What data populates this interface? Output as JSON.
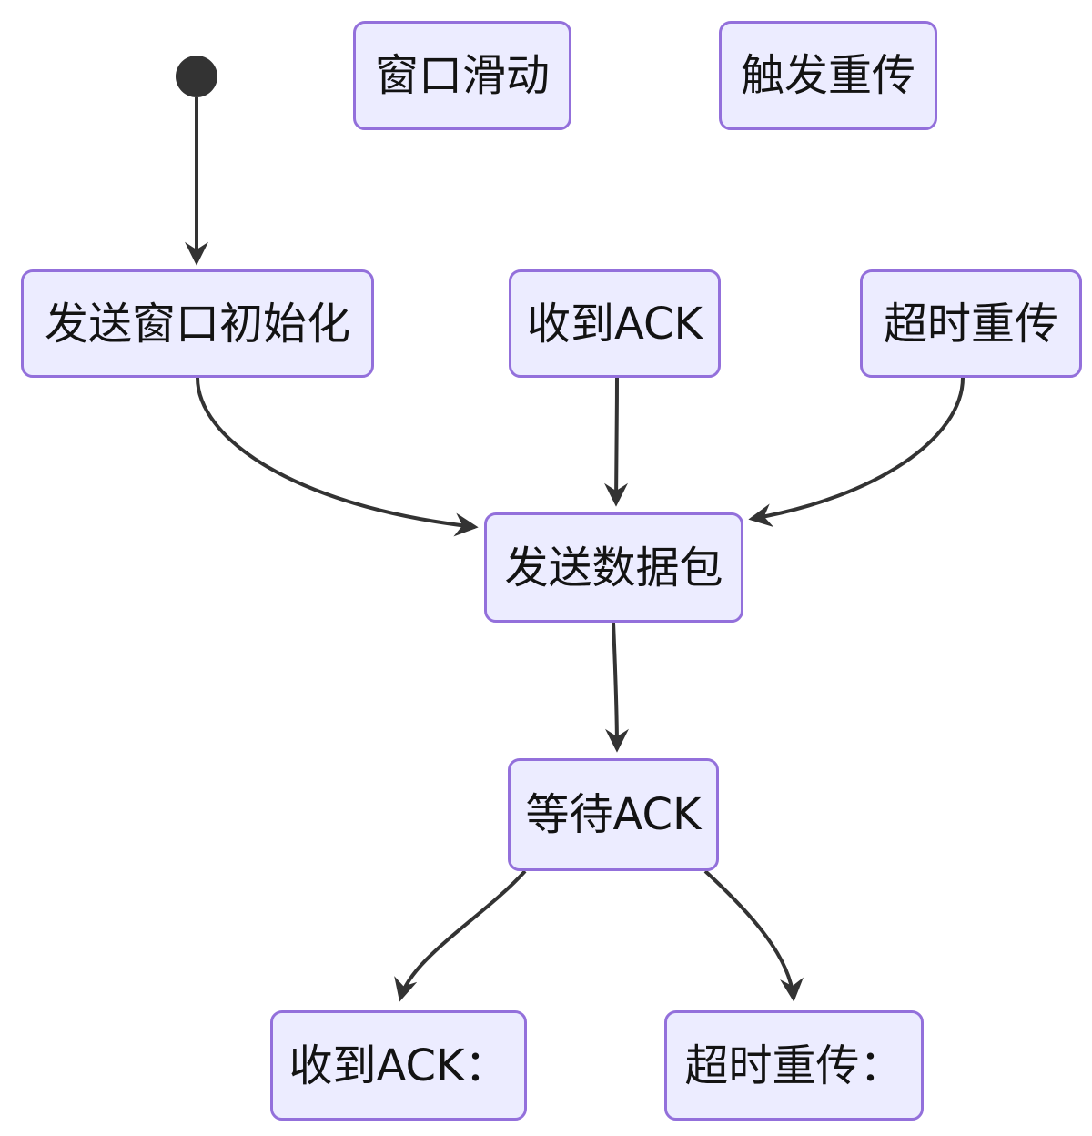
{
  "diagram": {
    "type": "state-flow-diagram",
    "background": "#ffffff",
    "style": {
      "node_fill": "#ECECFF",
      "node_border": "#9370DB",
      "node_text_color": "#131313",
      "edge_color": "#333333",
      "start_dot_color": "#333333"
    },
    "start_node": {
      "id": "start",
      "kind": "initial-state-dot"
    },
    "nodes": [
      {
        "id": "window-slide",
        "label": "窗口滑动"
      },
      {
        "id": "trigger-retransmit",
        "label": "触发重传"
      },
      {
        "id": "send-window-init",
        "label": "发送窗口初始化"
      },
      {
        "id": "receive-ack",
        "label": "收到ACK"
      },
      {
        "id": "timeout-retransmit",
        "label": "超时重传"
      },
      {
        "id": "send-packet",
        "label": "发送数据包"
      },
      {
        "id": "wait-ack",
        "label": "等待ACK"
      },
      {
        "id": "receive-ack-result",
        "label": "收到ACK："
      },
      {
        "id": "timeout-retransmit-result",
        "label": "超时重传："
      }
    ],
    "edges": [
      {
        "from": "start",
        "to": "send-window-init"
      },
      {
        "from": "send-window-init",
        "to": "send-packet"
      },
      {
        "from": "receive-ack",
        "to": "send-packet"
      },
      {
        "from": "timeout-retransmit",
        "to": "send-packet"
      },
      {
        "from": "send-packet",
        "to": "wait-ack"
      },
      {
        "from": "wait-ack",
        "to": "receive-ack-result"
      },
      {
        "from": "wait-ack",
        "to": "timeout-retransmit-result"
      }
    ]
  }
}
